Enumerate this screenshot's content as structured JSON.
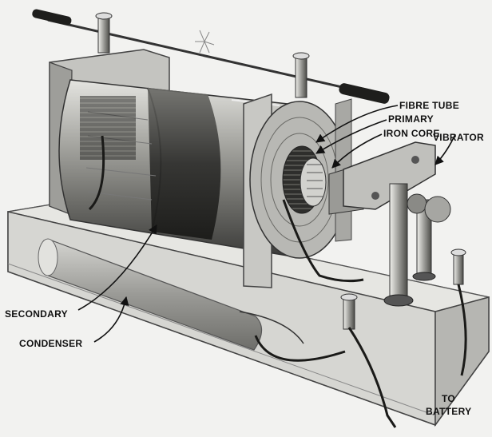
{
  "labels": {
    "fibre_tube": "FIBRE TUBE",
    "primary": "PRIMARY",
    "iron_core": "IRON CORE",
    "vibrator": "VIBRATOR",
    "secondary": "SECONDARY",
    "condenser": "CONDENSER",
    "to_battery_line1": "TO",
    "to_battery_line2": "BATTERY"
  },
  "colors": {
    "background": "#f2f2f0",
    "ink": "#111111",
    "metal_light": "#d8d8d4",
    "metal_mid": "#a9a9a4",
    "metal_dark": "#5a5a56",
    "coil_dark": "#2a2a28"
  }
}
